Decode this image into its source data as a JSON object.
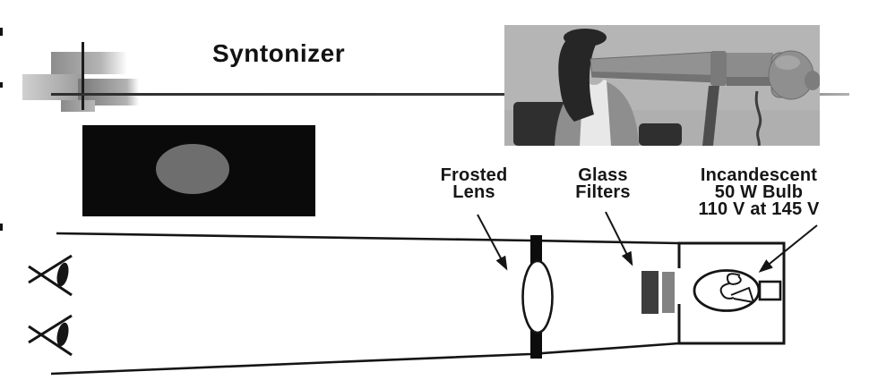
{
  "slide": {
    "title": "Syntonizer"
  },
  "screen": {
    "bg_color": "#0a0a0a",
    "spot_color": "#6e6e6e"
  },
  "diagram": {
    "labels": {
      "frosted_lens": [
        "Frosted",
        "Lens"
      ],
      "glass_filters": [
        "Glass",
        "Filters"
      ],
      "bulb": [
        "Incandescent",
        "50 W Bulb",
        "110 V at 145 V"
      ]
    },
    "colors": {
      "line": "#151515",
      "filter_dark": "#3d3d3d",
      "filter_light": "#828282"
    },
    "icons": [
      "eye-icon",
      "eye-icon",
      "lens-icon",
      "filters-icon",
      "bulb-icon"
    ]
  }
}
